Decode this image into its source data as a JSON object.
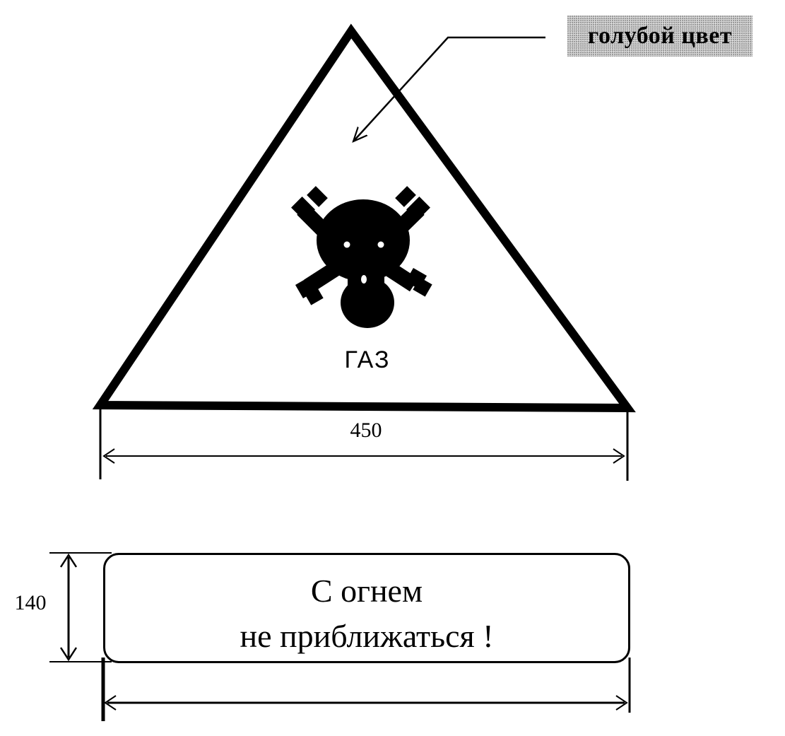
{
  "callout": {
    "label": "голубой цвет"
  },
  "sign": {
    "text": "ГАЗ",
    "symbol": "skull-crossbones-icon"
  },
  "dimensions": {
    "width": "450",
    "height": "140"
  },
  "plate": {
    "line1": "С огнем",
    "line2": "не приближаться !"
  },
  "colors": {
    "ink": "#000000",
    "callout_background": "#d2d2d2"
  }
}
